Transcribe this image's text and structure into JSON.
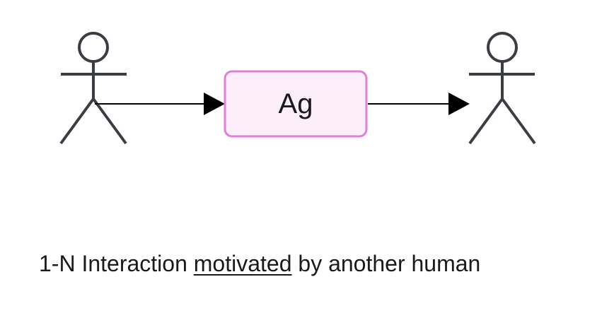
{
  "diagram": {
    "agent_box": {
      "label": "Ag",
      "fill": "#fceefb",
      "stroke": "#e07fd8"
    },
    "actor_color": "#3a3d44",
    "arrow_color": "#000000"
  },
  "caption": {
    "part1": "1-N Interaction ",
    "emphasis": "motivated",
    "part2": " by another human"
  }
}
